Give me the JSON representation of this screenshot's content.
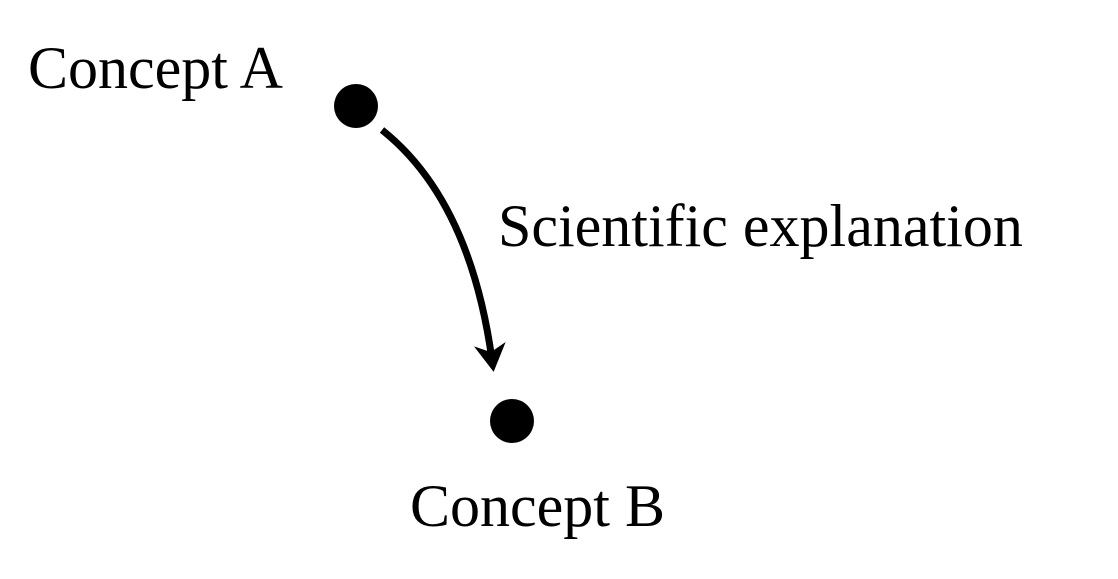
{
  "nodes": {
    "a": {
      "label": "Concept A"
    },
    "b": {
      "label": "Concept B"
    }
  },
  "edge": {
    "label": "Scientific explanation"
  },
  "colors": {
    "ink": "#000000",
    "background": "#ffffff"
  }
}
